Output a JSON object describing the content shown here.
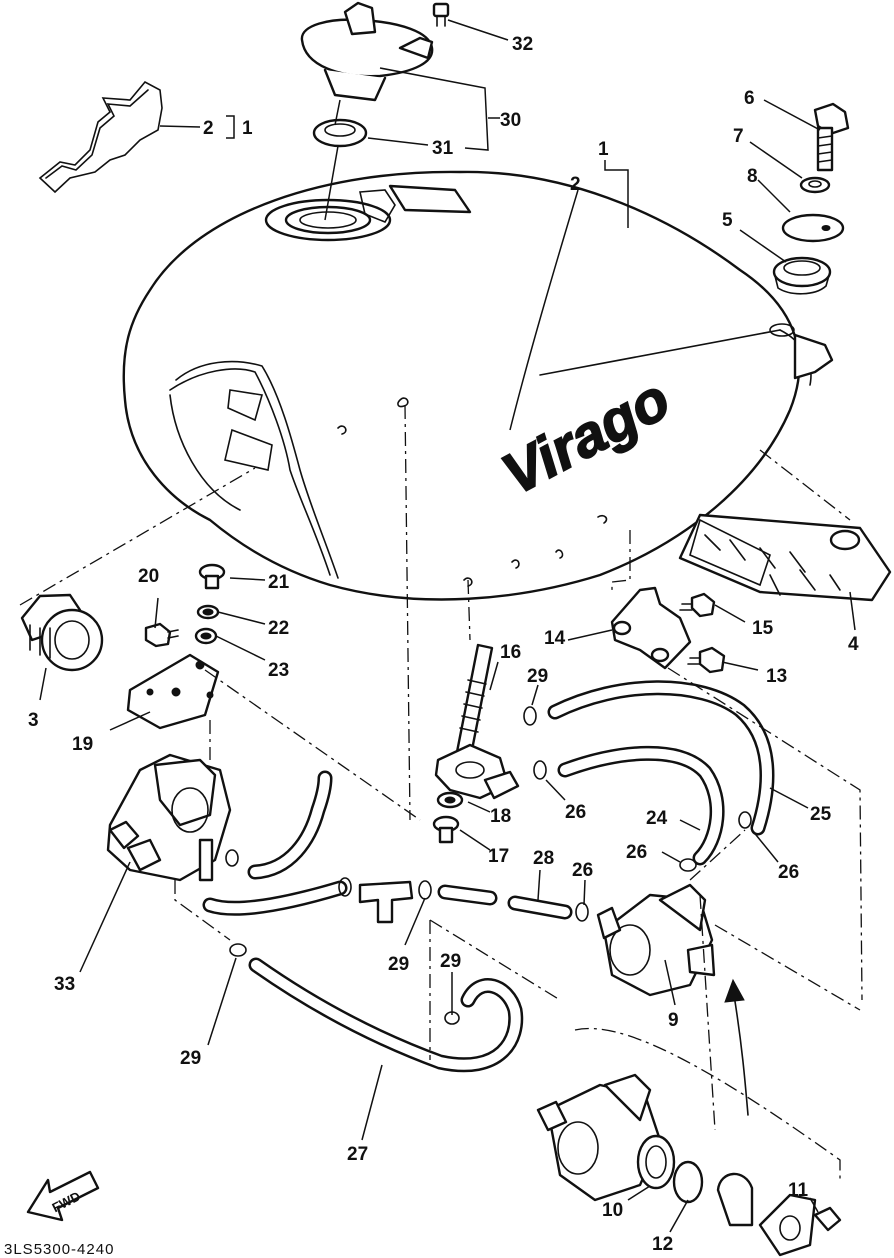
{
  "diagram_code": "3LS5300-4240",
  "fwd_label": "FWD",
  "tank_brand": "Virago",
  "callouts": {
    "c1_top": "1",
    "c1_left": "1",
    "c2_top": "2",
    "c2_left": "2",
    "c3": "3",
    "c4": "4",
    "c5": "5",
    "c6": "6",
    "c7": "7",
    "c8": "8",
    "c9": "9",
    "c10": "10",
    "c11": "11",
    "c12": "12",
    "c13": "13",
    "c14": "14",
    "c15": "15",
    "c16": "16",
    "c17": "17",
    "c18": "18",
    "c19": "19",
    "c20": "20",
    "c21": "21",
    "c22": "22",
    "c23": "23",
    "c24": "24",
    "c25": "25",
    "c26_a": "26",
    "c26_b": "26",
    "c26_c": "26",
    "c26_d": "26",
    "c27": "27",
    "c28": "28",
    "c29_a": "29",
    "c29_b": "29",
    "c29_c": "29",
    "c29_d": "29",
    "c30": "30",
    "c31": "31",
    "c32": "32",
    "c33": "33"
  }
}
